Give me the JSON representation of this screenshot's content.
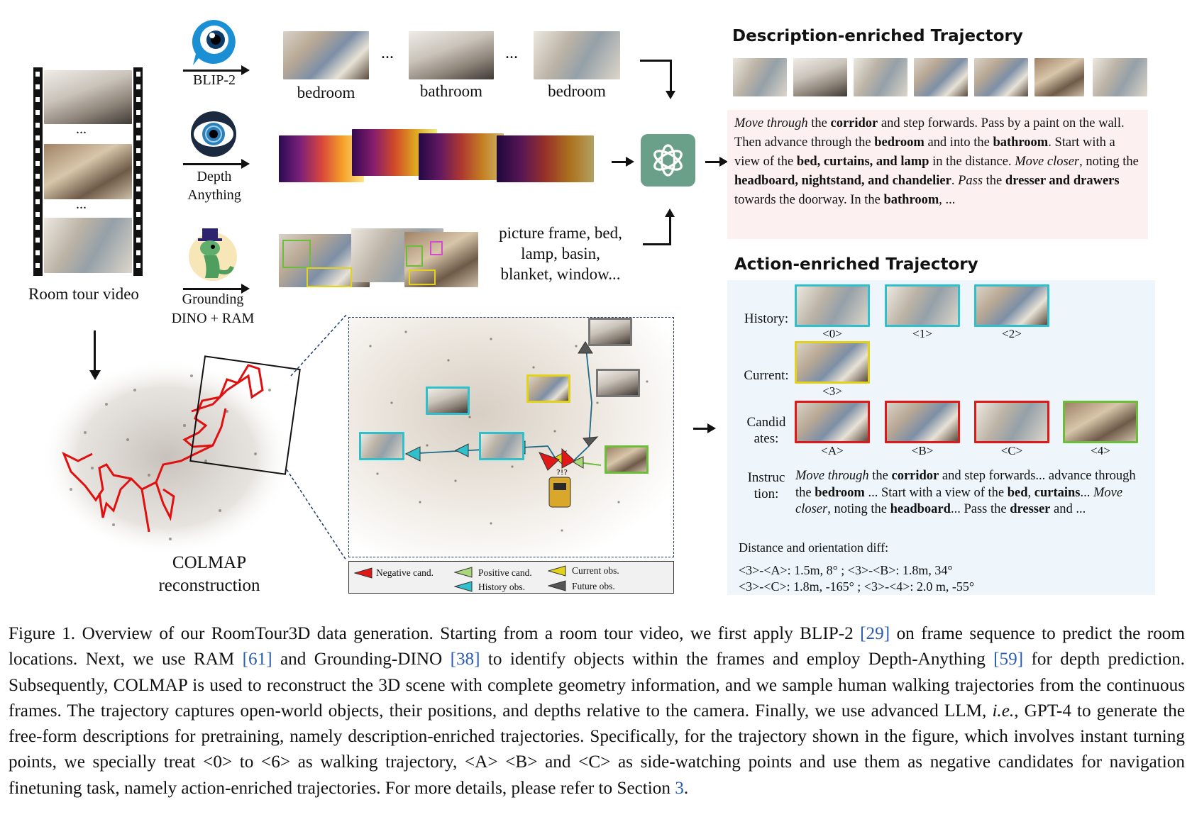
{
  "pipeline": {
    "video_label": "Room tour video",
    "ellipsis": "...",
    "colmap_label": [
      "COLMAP",
      "reconstruction"
    ],
    "blip": {
      "model": "BLIP-2",
      "icon": "eye-bubble-icon",
      "frame_labels": [
        "bedroom",
        "bathroom",
        "bedroom"
      ]
    },
    "depth": {
      "model": [
        "Depth",
        "Anything"
      ],
      "icon": "hypno-eye-icon"
    },
    "grounding": {
      "model": [
        "Grounding",
        "DINO + RAM"
      ],
      "icon": "dino-mascot-icon",
      "objects": [
        "picture frame, bed,",
        "lamp, basin,",
        "blanket, window..."
      ]
    },
    "gpt_icon": "openai-logo-icon",
    "legend": {
      "negative": "Negative cand.",
      "positive": "Positive cand.",
      "current": "Current obs.",
      "history": "History obs.",
      "future": "Future obs."
    }
  },
  "description_traj": {
    "title": "Description-enriched Trajectory",
    "frame_count": 7
  },
  "action_traj": {
    "title": "Action-enriched Trajectory",
    "history_label": "History:",
    "current_label": "Current:",
    "candidates_label": [
      "Candid",
      "ates:"
    ],
    "instruction_label": [
      "Instruc",
      "tion:"
    ],
    "history_ids": [
      "<0>",
      "<1>",
      "<2>"
    ],
    "current_id": "<3>",
    "candidate_ids": [
      "<A>",
      "<B>",
      "<C>",
      "<4>"
    ],
    "distance_title": "Distance and orientation diff:",
    "distance_lines": [
      "<3>-<A>: 1.5m, 8° ; <3>-<B>: 1.8m, 34°",
      "<3>-<C>: 1.8m, -165° ; <3>-<4>: 2.0 m, -55°"
    ]
  },
  "caption": {
    "fig": "Figure 1.",
    "s1": " Overview of our RoomTour3D data generation. Starting from a room tour video, we first apply BLIP-2 ",
    "r1": "[29]",
    "s2": " on frame sequence to predict the room locations. Next, we use RAM ",
    "r2": "[61]",
    "s3": " and Grounding-DINO ",
    "r3": "[38]",
    "s4": " to identify objects within the frames and employ Depth-Anything ",
    "r4": "[59]",
    "s5": " for depth prediction. Subsequently, COLMAP is used to reconstruct the 3D scene with complete geometry information, and we sample human walking trajectories from the continuous frames. The trajectory captures open-world objects, their positions, and depths relative to the camera. Finally, we use advanced LLM, ",
    "ie": "i.e.",
    "s6": ", GPT-4 to generate the free-form descriptions for pretraining, namely description-enriched trajectories. Specifically, for the trajectory shown in the figure, which involves instant turning points, we specially treat <0> to <6> as walking trajectory, <A> <B> and <C> as side-watching points and use them as negative candidates for navigation finetuning task, namely action-enriched trajectories. For more details, please refer to Section ",
    "r5": "3",
    "s7": "."
  }
}
